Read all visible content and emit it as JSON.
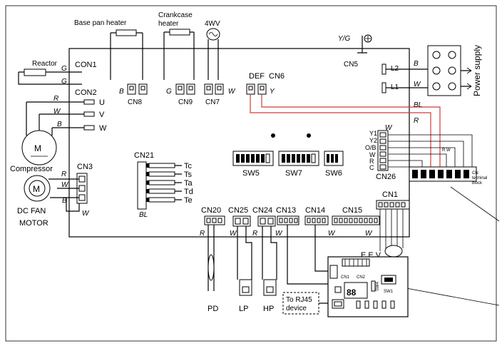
{
  "labels": {
    "base_pan_heater": "Base pan heater",
    "crankcase_heater_1": "Crankcase",
    "crankcase_heater_2": "heater",
    "four_wv": "4WV",
    "yg": "Y/G",
    "cn5": "CN5",
    "power_supply": "Power supply",
    "l2": "L2",
    "l1": "L1",
    "b_top": "B",
    "w_top": "W",
    "bl": "BL",
    "r_top": "R",
    "reactor": "Reactor",
    "con1": "CON1",
    "con2": "CON2",
    "g1": "G",
    "g2": "G",
    "u": "U",
    "v": "V",
    "w_term": "W",
    "r_comp": "R",
    "w_comp": "W",
    "b_comp": "B",
    "compressor": "Compressor",
    "m_comp": "M",
    "cn3": "CN3",
    "r_fan": "R",
    "w_fan1": "W",
    "b_fan": "B",
    "w_fan2": "W",
    "dc_fan_1": "DC FAN",
    "dc_fan_2": "MOTOR",
    "cn8": "CN8",
    "cn9": "CN9",
    "cn7": "CN7",
    "b_cn8": "B",
    "g_cn9": "G",
    "w_cn7": "W",
    "def": "DEF",
    "cn6": "CN6",
    "y_cn6": "Y",
    "cn21": "CN21",
    "tc": "Tc",
    "ts": "Ts",
    "ta": "Ta",
    "td": "Td",
    "te": "Te",
    "bl_cn21": "BL",
    "sw5": "SW5",
    "sw7": "SW7",
    "sw6": "SW6",
    "cn26": "CN26",
    "y1": "Y1",
    "y2": "Y2",
    "ob": "O/B",
    "w_cn26": "W",
    "r_cn26": "R",
    "c_cn26": "C",
    "w_cn26_top": "W",
    "cn1": "CN1",
    "eev": "E.E.V",
    "cn20": "CN20",
    "cn25": "CN25",
    "cn24": "CN24",
    "cn13": "CN13",
    "cn14": "CN14",
    "cn15": "CN15",
    "r_cn20": "R",
    "w_cn25": "W",
    "r_cn24": "R",
    "w_cn24": "W",
    "w_cn14": "W",
    "w_cn15": "W",
    "pd": "PD",
    "lp": "LP",
    "hp": "HP",
    "rj45_1": "To RJ45",
    "rj45_2": "device",
    "sub_cn1": "CN1",
    "sub_cn2": "CN2",
    "sub_sw1": "SW1",
    "sub_sw4": "SW4",
    "cn26_note_1": "CN",
    "cn26_note_2": "terminal",
    "cn26_note_3": "block",
    "rw": "R W"
  }
}
